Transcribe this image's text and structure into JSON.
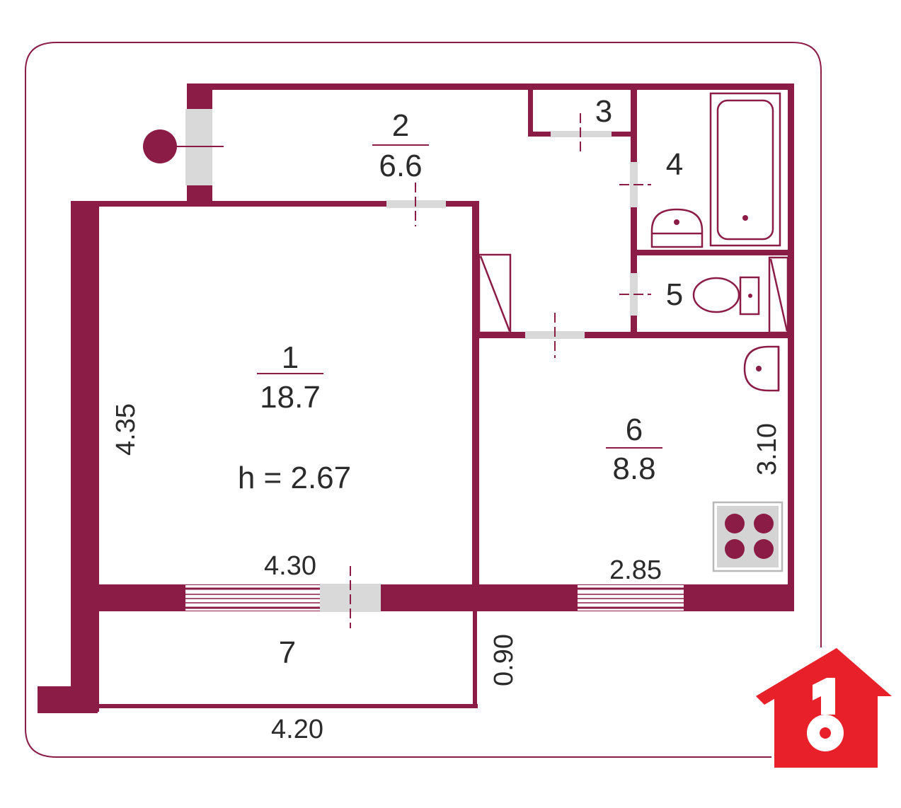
{
  "colors": {
    "wall": "#8b1c46",
    "frame": "#8b1c46",
    "door_gap": "#d9d9d9",
    "logo_red": "#e8202a",
    "text": "#2b2b2b"
  },
  "rooms": [
    {
      "number": "1",
      "area": "18.7"
    },
    {
      "number": "2",
      "area": "6.6"
    },
    {
      "number": "3"
    },
    {
      "number": "4"
    },
    {
      "number": "5"
    },
    {
      "number": "6",
      "area": "8.8"
    },
    {
      "number": "7"
    }
  ],
  "ceiling_height": "h = 2.67",
  "dimensions": {
    "room1_height": "4.35",
    "room1_width": "4.30",
    "room6_height": "3.10",
    "room6_width": "2.85",
    "balcony_depth": "0.90",
    "balcony_width": "4.20"
  },
  "icons": [
    "entrance-marker-icon",
    "bathtub-icon",
    "sink-icon",
    "toilet-icon",
    "stove-icon",
    "logo-house-key-icon"
  ]
}
